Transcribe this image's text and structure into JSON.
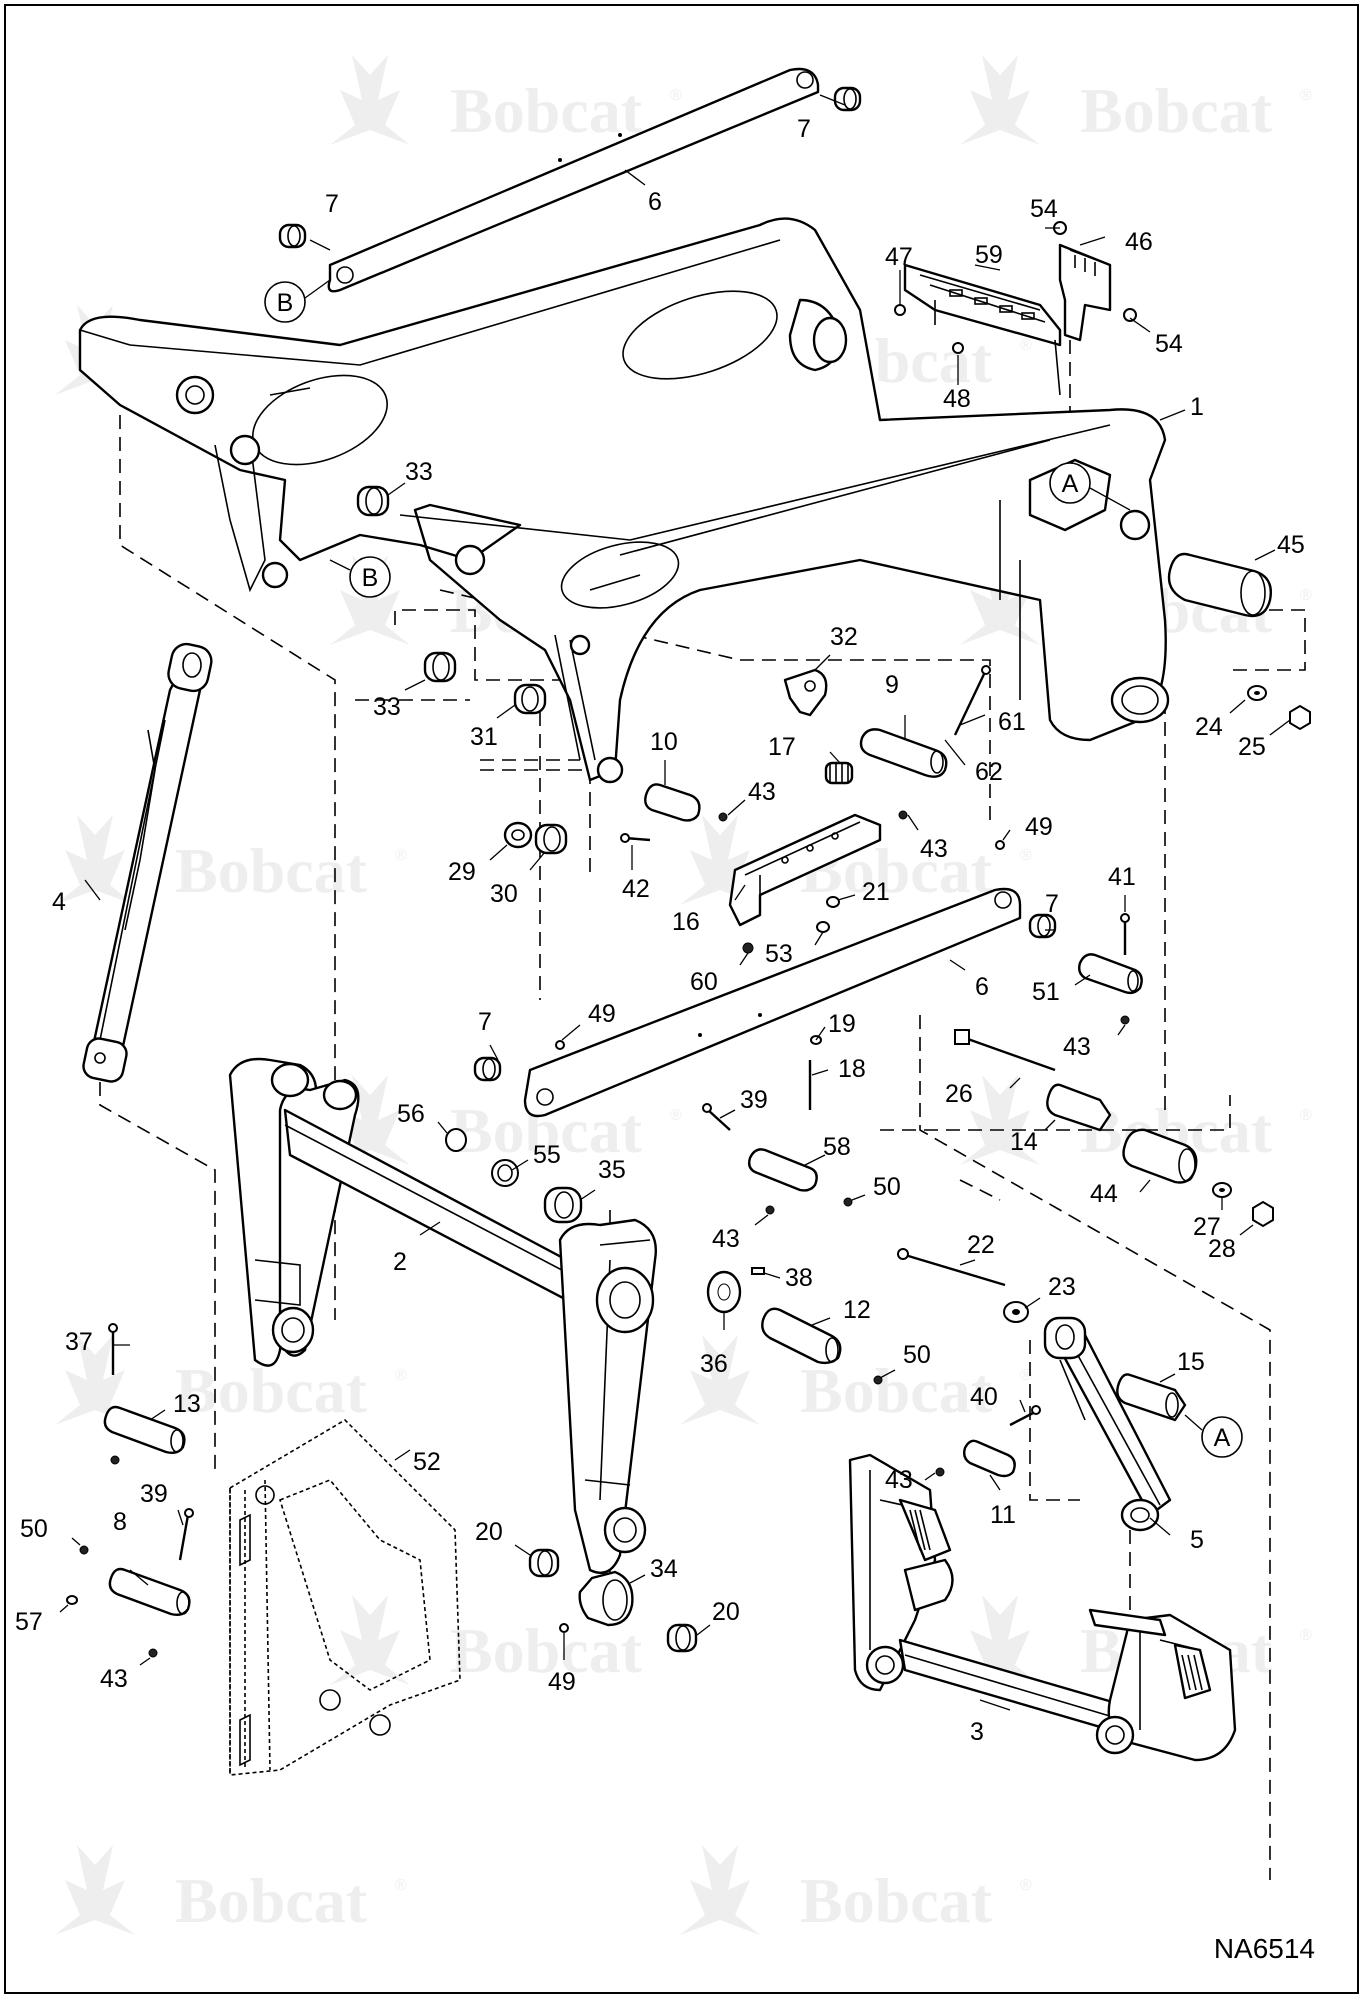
{
  "drawing_code": "NA6514",
  "watermark": {
    "text": "Bobcat",
    "mark": "®",
    "color": "#eeeeee"
  },
  "callouts": {
    "a1": "A",
    "a2": "A",
    "b1": "B",
    "b2": "B"
  },
  "labels": {
    "p7a": "7",
    "p6a": "6",
    "p7b": "7",
    "p54a": "54",
    "p46": "46",
    "p47": "47",
    "p59": "59",
    "p54b": "54",
    "p48": "48",
    "p1": "1",
    "p33a": "33",
    "p45": "45",
    "p33b": "33",
    "p32": "32",
    "p9": "9",
    "p61": "61",
    "p31": "31",
    "p10": "10",
    "p17": "17",
    "p62": "62",
    "p43a": "43",
    "p24": "24",
    "p25": "25",
    "p43b": "43",
    "p29": "29",
    "p42": "42",
    "p30": "30",
    "p49a": "49",
    "p4": "4",
    "p16": "16",
    "p21": "21",
    "p41": "41",
    "p7c": "7",
    "p53": "53",
    "p60": "60",
    "p6b": "6",
    "p51": "51",
    "p7d": "7",
    "p49b": "49",
    "p19": "19",
    "p43c": "43",
    "p18": "18",
    "p26": "26",
    "p56": "56",
    "p39a": "39",
    "p14": "14",
    "p55": "55",
    "p35": "35",
    "p58": "58",
    "p50a": "50",
    "p44": "44",
    "p27": "27",
    "p2": "2",
    "p43d": "43",
    "p22": "22",
    "p28": "28",
    "p38": "38",
    "p23": "23",
    "p37": "37",
    "p12": "12",
    "p36": "36",
    "p50b": "50",
    "p15": "15",
    "p13": "13",
    "p40": "40",
    "p43e": "43",
    "p52": "52",
    "p11": "11",
    "p39b": "39",
    "p5": "5",
    "p8": "8",
    "p50c": "50",
    "p20a": "20",
    "p34": "34",
    "p20b": "20",
    "p57": "57",
    "p43f": "43",
    "p49c": "49",
    "p3": "3"
  }
}
